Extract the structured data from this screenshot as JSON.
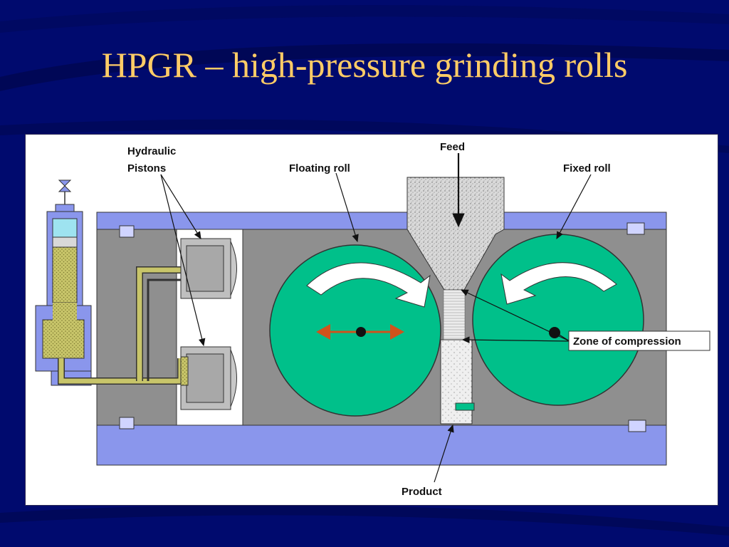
{
  "slide": {
    "title": "HPGR – high-pressure grinding rolls"
  },
  "diagram": {
    "labels": {
      "hydraulic_pistons_line1": "Hydraulic",
      "hydraulic_pistons_line2": "Pistons",
      "floating_roll": "Floating roll",
      "feed": "Feed",
      "fixed_roll": "Fixed roll",
      "zone_of_compression": "Zone of compression",
      "product": "Product"
    },
    "colors": {
      "background": "#000a6e",
      "title": "#ffcc66",
      "roll": "#00c08a",
      "frame_gray": "#8f8f8f",
      "rail_blue": "#8a96ec",
      "hydraulic_fluid": "#c8c56a",
      "arrow_orange": "#d0531c"
    }
  }
}
